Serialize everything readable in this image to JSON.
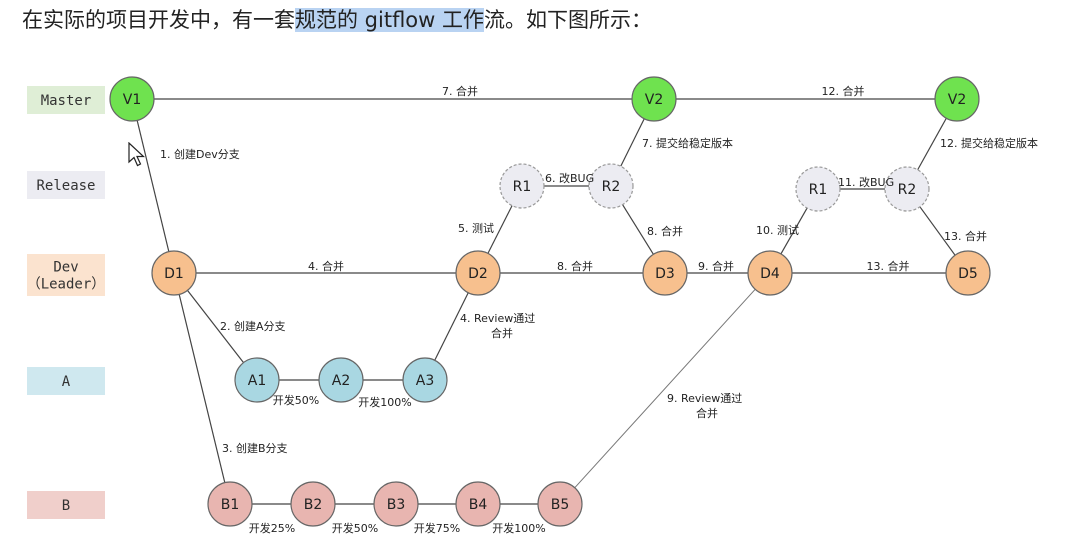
{
  "heading": {
    "before": "在实际的项目开发中，有一套",
    "highlight": "规范的 gitflow 工作",
    "after": "流。如下图所示："
  },
  "colors": {
    "master_node": "#6fe24f",
    "master_lane": "#dfeed6",
    "release_node": "#ececf2",
    "release_lane": "#ececf2",
    "dev_node": "#f7c08e",
    "dev_lane": "#fbe3cf",
    "a_node": "#a9d7e2",
    "a_lane": "#cfe8ef",
    "b_node": "#e8b5b0",
    "b_lane": "#f0cfcb"
  },
  "lanes": [
    {
      "id": "master",
      "label": [
        "Master"
      ],
      "color": "master_lane"
    },
    {
      "id": "release",
      "label": [
        "Release"
      ],
      "color": "release_lane"
    },
    {
      "id": "dev",
      "label": [
        "Dev",
        "（Leader）"
      ],
      "color": "dev_lane"
    },
    {
      "id": "a",
      "label": [
        "A"
      ],
      "color": "a_lane"
    },
    {
      "id": "b",
      "label": [
        "B"
      ],
      "color": "b_lane"
    }
  ],
  "nodes": [
    {
      "id": "mV1",
      "label": "V1",
      "branch": "master"
    },
    {
      "id": "mV2a",
      "label": "V2",
      "branch": "master"
    },
    {
      "id": "mV2b",
      "label": "V2",
      "branch": "master"
    },
    {
      "id": "rR1a",
      "label": "R1",
      "branch": "release"
    },
    {
      "id": "rR2a",
      "label": "R2",
      "branch": "release"
    },
    {
      "id": "rR1b",
      "label": "R1",
      "branch": "release"
    },
    {
      "id": "rR2b",
      "label": "R2",
      "branch": "release"
    },
    {
      "id": "dD1",
      "label": "D1",
      "branch": "dev"
    },
    {
      "id": "dD2",
      "label": "D2",
      "branch": "dev"
    },
    {
      "id": "dD3",
      "label": "D3",
      "branch": "dev"
    },
    {
      "id": "dD4",
      "label": "D4",
      "branch": "dev"
    },
    {
      "id": "dD5",
      "label": "D5",
      "branch": "dev"
    },
    {
      "id": "aA1",
      "label": "A1",
      "branch": "a"
    },
    {
      "id": "aA2",
      "label": "A2",
      "branch": "a"
    },
    {
      "id": "aA3",
      "label": "A3",
      "branch": "a"
    },
    {
      "id": "bB1",
      "label": "B1",
      "branch": "b"
    },
    {
      "id": "bB2",
      "label": "B2",
      "branch": "b"
    },
    {
      "id": "bB3",
      "label": "B3",
      "branch": "b"
    },
    {
      "id": "bB4",
      "label": "B4",
      "branch": "b"
    },
    {
      "id": "bB5",
      "label": "B5",
      "branch": "b"
    }
  ],
  "edges": [
    {
      "from": "mV1",
      "to": "mV2a",
      "label": "7. 合并"
    },
    {
      "from": "mV2a",
      "to": "mV2b",
      "label": "12. 合并"
    },
    {
      "from": "mV1",
      "to": "dD1",
      "label": "1. 创建Dev分支"
    },
    {
      "from": "rR2a",
      "to": "mV2a",
      "label": "7. 提交给稳定版本"
    },
    {
      "from": "rR2b",
      "to": "mV2b",
      "label": "12. 提交给稳定版本"
    },
    {
      "from": "rR1a",
      "to": "rR2a",
      "label": "6. 改BUG",
      "dashed": true
    },
    {
      "from": "rR1b",
      "to": "rR2b",
      "label": "11. 改BUG",
      "dashed": true
    },
    {
      "from": "dD2",
      "to": "rR1a",
      "label": "5. 测试"
    },
    {
      "from": "rR2a",
      "to": "dD3",
      "label": "8. 合并"
    },
    {
      "from": "dD4",
      "to": "rR1b",
      "label": "10. 测试"
    },
    {
      "from": "rR2b",
      "to": "dD5",
      "label": "13. 合并"
    },
    {
      "from": "dD1",
      "to": "dD2",
      "label": "4. 合并"
    },
    {
      "from": "dD2",
      "to": "dD3",
      "label": "8. 合并"
    },
    {
      "from": "dD3",
      "to": "dD4",
      "label": "9. 合并"
    },
    {
      "from": "dD4",
      "to": "dD5",
      "label": "13. 合并"
    },
    {
      "from": "dD1",
      "to": "aA1",
      "label": "2. 创建A分支"
    },
    {
      "from": "aA3",
      "to": "dD2",
      "label": [
        "4. Review通过",
        "合并"
      ]
    },
    {
      "from": "aA1",
      "to": "aA2",
      "label": "开发50%"
    },
    {
      "from": "aA2",
      "to": "aA3",
      "label": "开发100%"
    },
    {
      "from": "dD1",
      "to": "bB1",
      "label": "3. 创建B分支"
    },
    {
      "from": "bB1",
      "to": "bB2",
      "label": "开发25%"
    },
    {
      "from": "bB2",
      "to": "bB3",
      "label": "开发50%"
    },
    {
      "from": "bB3",
      "to": "bB4",
      "label": "开发75%"
    },
    {
      "from": "bB4",
      "to": "bB5",
      "label": "开发100%"
    },
    {
      "from": "bB5",
      "to": "dD4",
      "label": [
        "9. Review通过",
        "合并"
      ]
    }
  ]
}
